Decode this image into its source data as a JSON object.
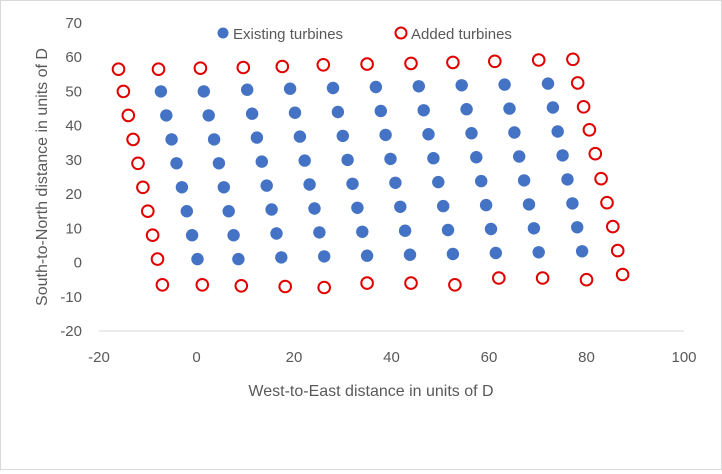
{
  "chart_data": {
    "type": "scatter",
    "xlabel": "West-to-East distance in units of D",
    "ylabel": "South-to-North distance in units of D",
    "xlim": [
      -20,
      100
    ],
    "ylim": [
      -20,
      70
    ],
    "x_ticks": [
      "-20",
      "0",
      "20",
      "40",
      "60",
      "80",
      "100"
    ],
    "y_ticks": [
      "-20",
      "-10",
      "0",
      "10",
      "20",
      "30",
      "40",
      "50",
      "60",
      "70"
    ],
    "grid": false,
    "legend_position": "top",
    "series": [
      {
        "name": "Existing turbines",
        "marker": "filled-circle",
        "color": "#4472c4",
        "points": [
          [
            -7.3,
            50
          ],
          [
            -6.2,
            43
          ],
          [
            -5.1,
            36
          ],
          [
            -4.1,
            29
          ],
          [
            -3,
            22
          ],
          [
            -2,
            15
          ],
          [
            -0.9,
            8
          ],
          [
            0.2,
            1
          ],
          [
            1.5,
            50
          ],
          [
            2.5,
            43
          ],
          [
            3.6,
            36
          ],
          [
            4.6,
            29
          ],
          [
            5.6,
            22
          ],
          [
            6.6,
            15
          ],
          [
            7.6,
            8
          ],
          [
            8.6,
            1
          ],
          [
            10.4,
            50.5
          ],
          [
            11.4,
            43.5
          ],
          [
            12.4,
            36.5
          ],
          [
            13.4,
            29.5
          ],
          [
            14.4,
            22.5
          ],
          [
            15.4,
            15.5
          ],
          [
            16.4,
            8.5
          ],
          [
            17.4,
            1.5
          ],
          [
            19.2,
            50.8
          ],
          [
            20.2,
            43.8
          ],
          [
            21.2,
            36.8
          ],
          [
            22.2,
            29.8
          ],
          [
            23.2,
            22.8
          ],
          [
            24.2,
            15.8
          ],
          [
            25.2,
            8.8
          ],
          [
            26.2,
            1.8
          ],
          [
            28,
            51
          ],
          [
            29,
            44
          ],
          [
            30,
            37
          ],
          [
            31,
            30
          ],
          [
            32,
            23
          ],
          [
            33,
            16
          ],
          [
            34,
            9
          ],
          [
            35,
            2
          ],
          [
            36.8,
            51.3
          ],
          [
            37.8,
            44.3
          ],
          [
            38.8,
            37.3
          ],
          [
            39.8,
            30.3
          ],
          [
            40.8,
            23.3
          ],
          [
            41.8,
            16.3
          ],
          [
            42.8,
            9.3
          ],
          [
            43.8,
            2.3
          ],
          [
            45.6,
            51.5
          ],
          [
            46.6,
            44.5
          ],
          [
            47.6,
            37.5
          ],
          [
            48.6,
            30.5
          ],
          [
            49.6,
            23.5
          ],
          [
            50.6,
            16.5
          ],
          [
            51.6,
            9.5
          ],
          [
            52.6,
            2.5
          ],
          [
            54.4,
            51.8
          ],
          [
            55.4,
            44.8
          ],
          [
            56.4,
            37.8
          ],
          [
            57.4,
            30.8
          ],
          [
            58.4,
            23.8
          ],
          [
            59.4,
            16.8
          ],
          [
            60.4,
            9.8
          ],
          [
            61.4,
            2.8
          ],
          [
            63.2,
            52
          ],
          [
            64.2,
            45
          ],
          [
            65.2,
            38
          ],
          [
            66.2,
            31
          ],
          [
            67.2,
            24
          ],
          [
            68.2,
            17
          ],
          [
            69.2,
            10
          ],
          [
            70.2,
            3
          ],
          [
            72.1,
            52.3
          ],
          [
            73.1,
            45.3
          ],
          [
            74.1,
            38.3
          ],
          [
            75.1,
            31.3
          ],
          [
            76.1,
            24.3
          ],
          [
            77.1,
            17.3
          ],
          [
            78.1,
            10.3
          ],
          [
            79.1,
            3.3
          ]
        ]
      },
      {
        "name": "Added turbines",
        "marker": "hollow-circle",
        "color": "#e00000",
        "points": [
          [
            -16,
            56.5
          ],
          [
            -15,
            50
          ],
          [
            -14,
            43
          ],
          [
            -13,
            36
          ],
          [
            -12,
            29
          ],
          [
            -11,
            22
          ],
          [
            -10,
            15
          ],
          [
            -9,
            8
          ],
          [
            -8,
            1
          ],
          [
            -7,
            -6.5
          ],
          [
            -7.8,
            56.5
          ],
          [
            0.8,
            56.8
          ],
          [
            9.6,
            57
          ],
          [
            17.6,
            57.3
          ],
          [
            26,
            57.8
          ],
          [
            35,
            58
          ],
          [
            44,
            58.2
          ],
          [
            52.6,
            58.5
          ],
          [
            61.2,
            58.8
          ],
          [
            70.2,
            59.2
          ],
          [
            77.2,
            59.4
          ],
          [
            78.2,
            52.5
          ],
          [
            79.4,
            45.5
          ],
          [
            80.6,
            38.8
          ],
          [
            81.8,
            31.8
          ],
          [
            83,
            24.5
          ],
          [
            84.2,
            17.5
          ],
          [
            85.4,
            10.5
          ],
          [
            86.4,
            3.5
          ],
          [
            87.4,
            -3.5
          ],
          [
            1.2,
            -6.5
          ],
          [
            9.2,
            -6.8
          ],
          [
            18.2,
            -7
          ],
          [
            26.2,
            -7.3
          ],
          [
            35,
            -6
          ],
          [
            44,
            -6
          ],
          [
            53,
            -6.5
          ],
          [
            62,
            -4.5
          ],
          [
            71,
            -4.5
          ],
          [
            80,
            -5
          ]
        ]
      }
    ]
  }
}
